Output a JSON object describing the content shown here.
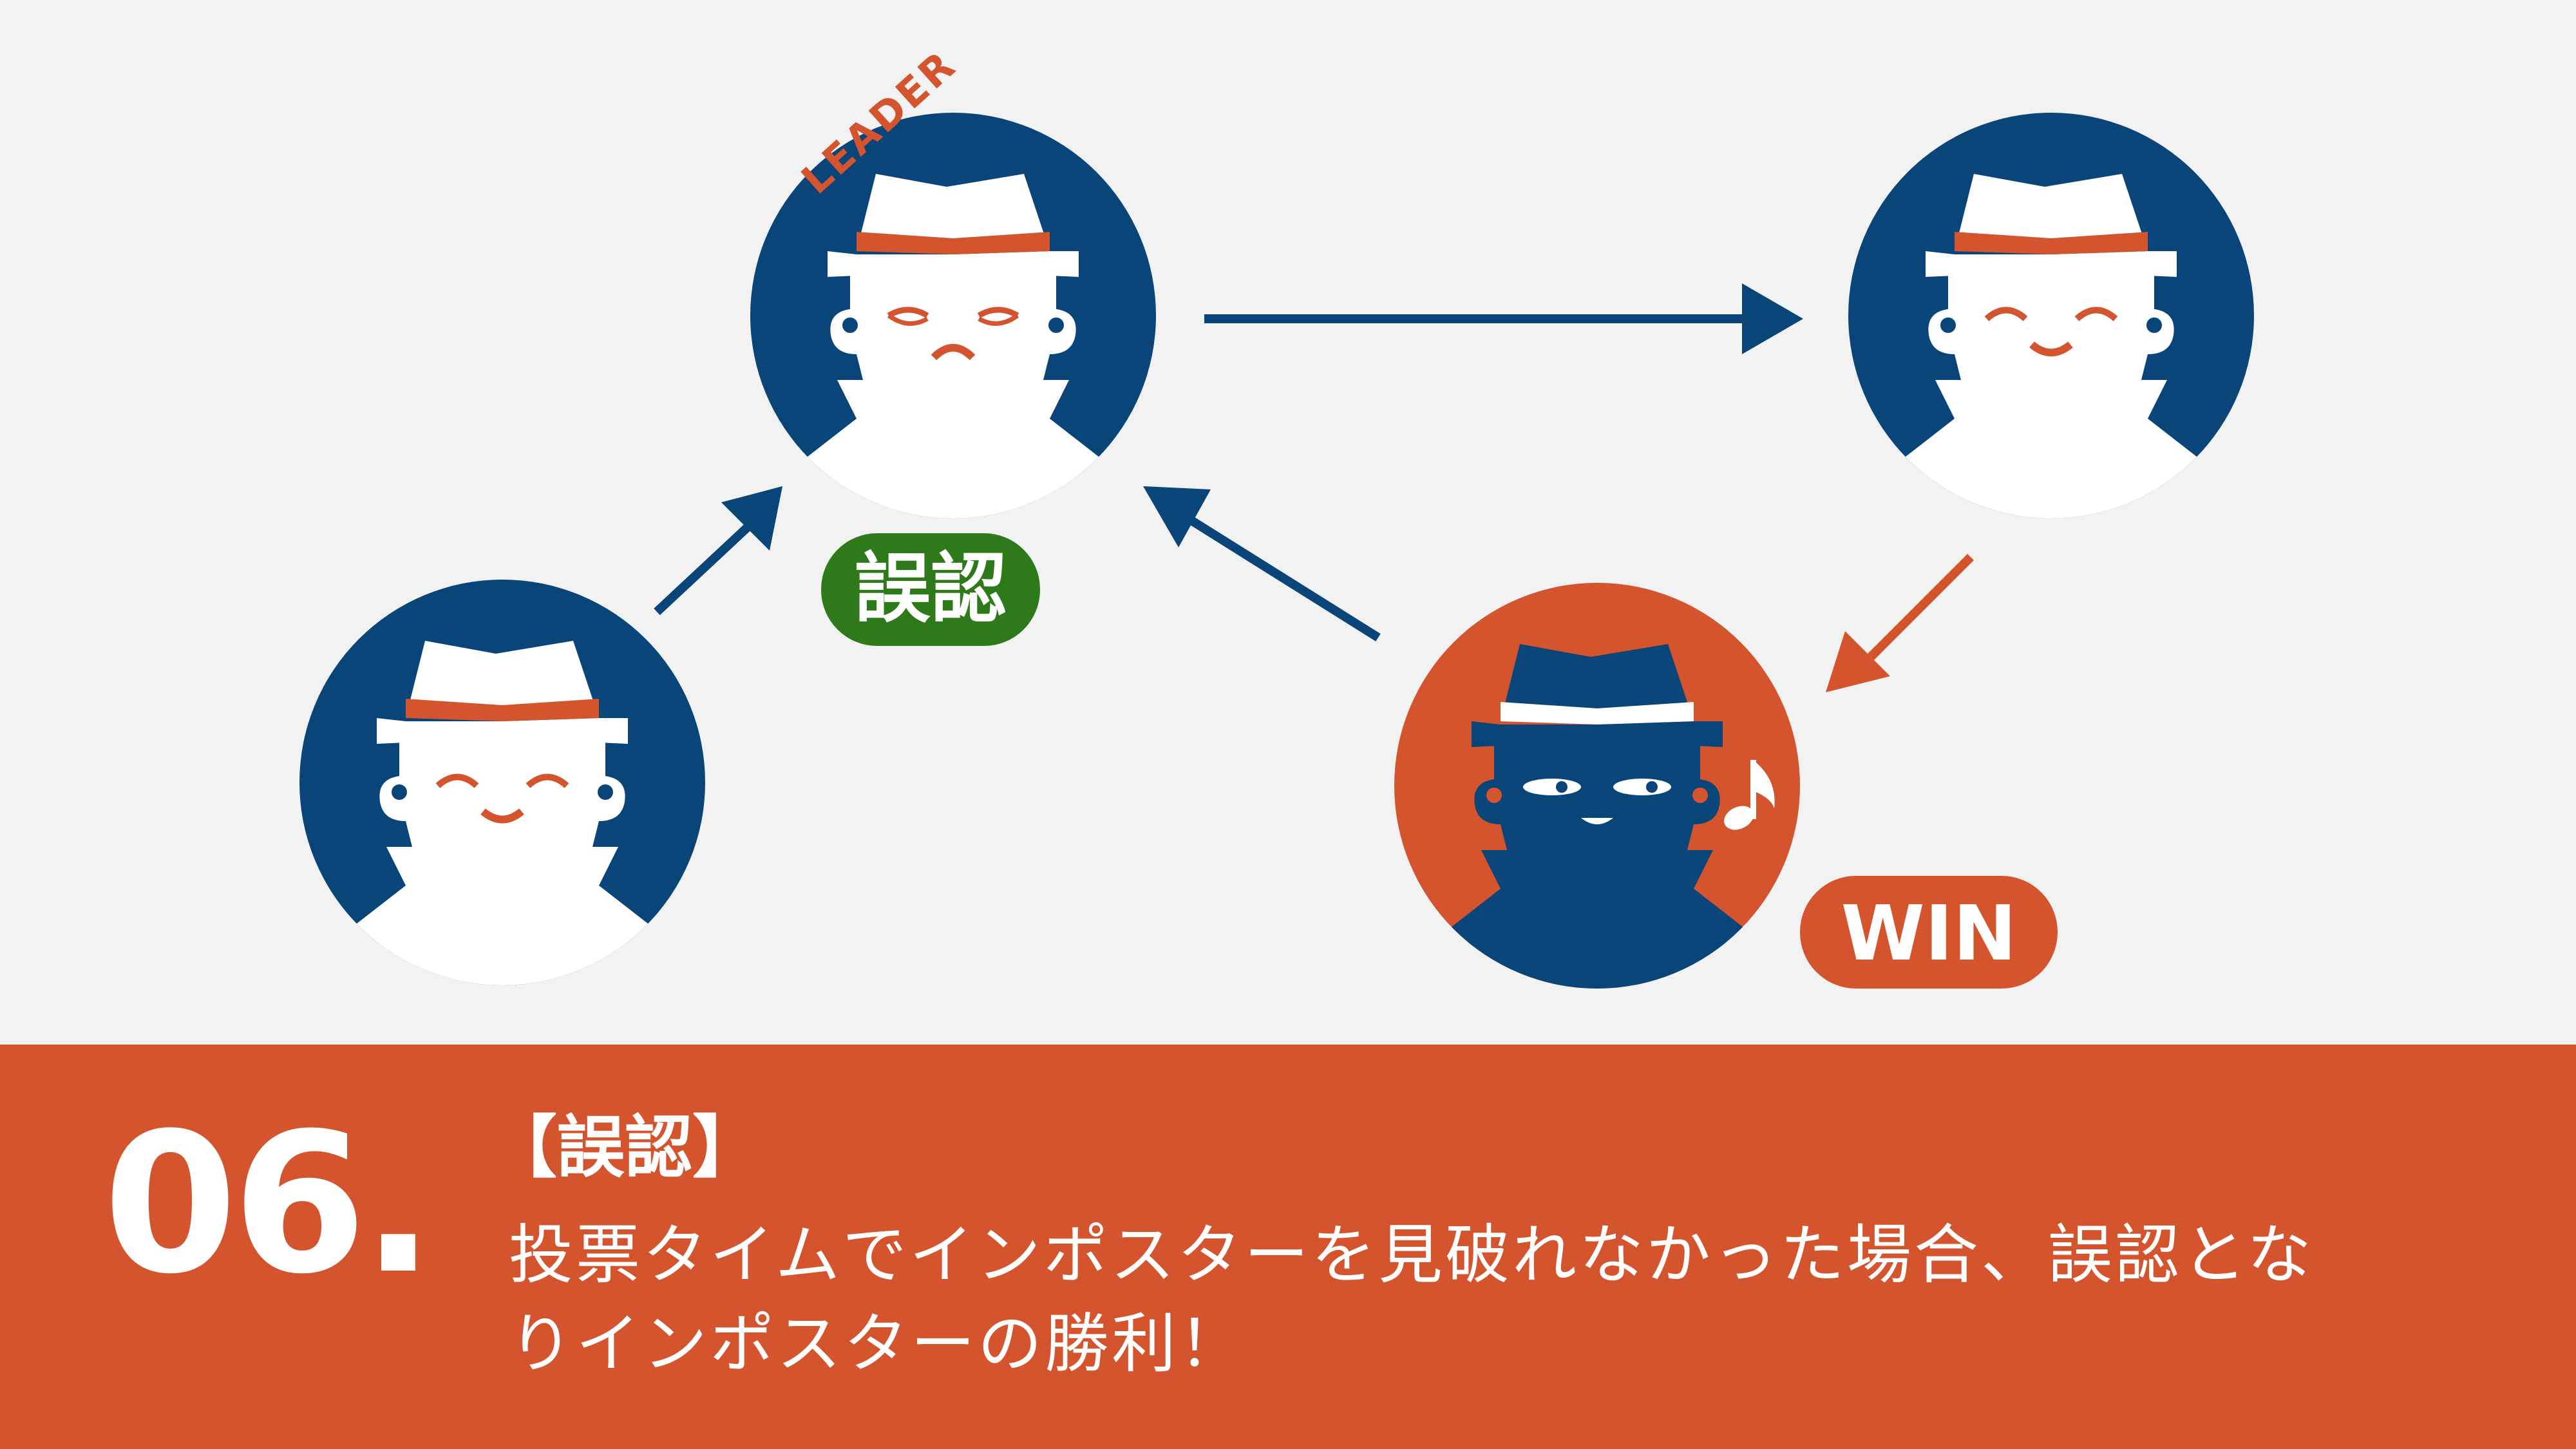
{
  "colors": {
    "background": "#f2f2f2",
    "navy": "#0a457a",
    "orange": "#d4542e",
    "green": "#2e7a1a",
    "white": "#ffffff"
  },
  "diagram": {
    "leader_label": "LEADER",
    "misjudge_badge": "誤認",
    "win_badge": "WIN"
  },
  "caption": {
    "number": "06.",
    "title": "【誤認】",
    "line1": "投票タイムでインポスターを見破れなかった場合、誤認とな",
    "line2": "りインポスターの勝利！"
  }
}
